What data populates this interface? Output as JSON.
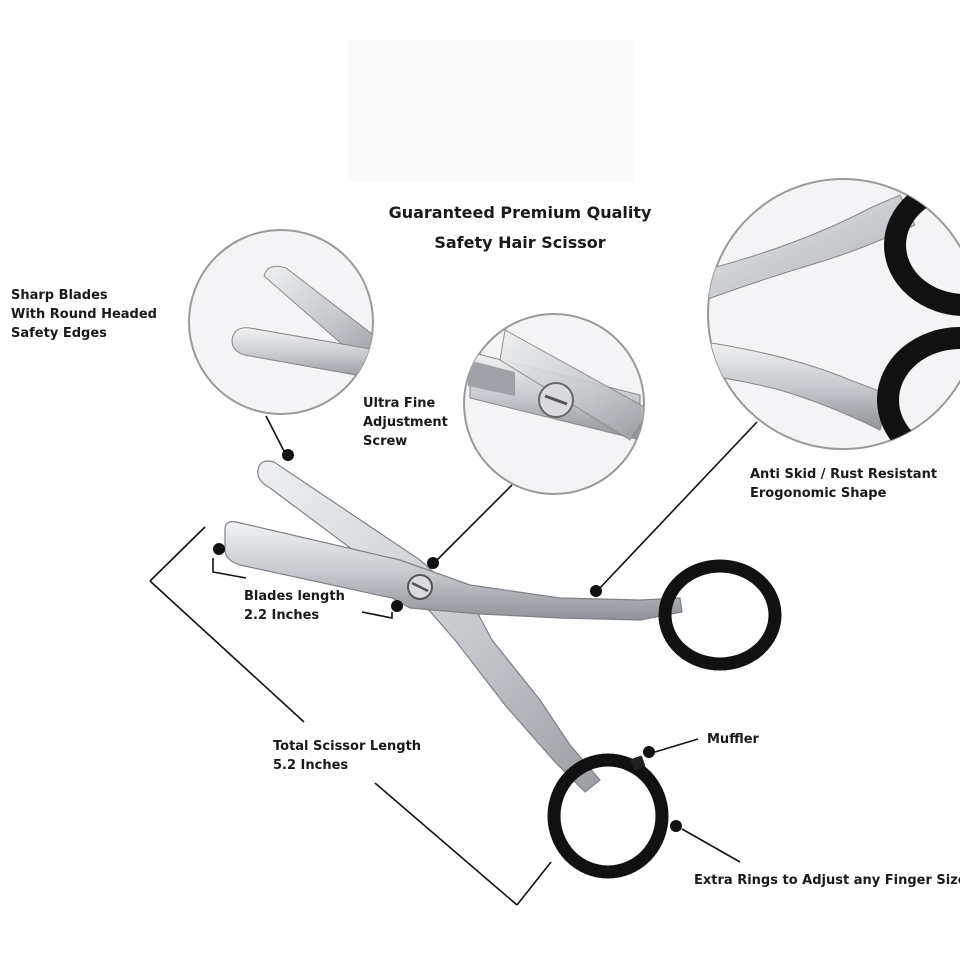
{
  "title": {
    "line1": "Guaranteed Premium Quality",
    "line2": "Safety Hair Scissor"
  },
  "callouts": {
    "sharp_blades": [
      "Sharp Blades",
      "With Round Headed",
      "Safety Edges"
    ],
    "adjustment_screw": [
      "Ultra Fine",
      "Adjustment",
      "Screw"
    ],
    "anti_skid": [
      "Anti Skid / Rust Resistant",
      "Erogonomic Shape"
    ],
    "blades_length": [
      "Blades length",
      "2.2 Inches"
    ],
    "total_length": [
      "Total Scissor Length",
      "5.2 Inches"
    ],
    "muffler": "Muffler",
    "extra_rings": "Extra Rings to Adjust any Finger Size"
  },
  "colors": {
    "steel": "#c9ccd0",
    "steel_dark": "#8e9297",
    "ring": "#111111",
    "line": "#111111",
    "circle_border": "#9a9a9a"
  }
}
